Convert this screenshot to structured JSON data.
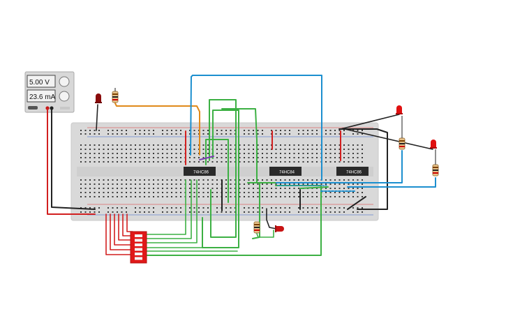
{
  "power_supply": {
    "voltage": "5.00 V",
    "current": "23.6 mA"
  },
  "chips": [
    {
      "label": "74HC86"
    },
    {
      "label": "74HC84"
    },
    {
      "label": "74HC86"
    }
  ],
  "colors": {
    "breadboard": "#d9d9d9",
    "hole": "#3a3a3a",
    "rail_red": "#e03030",
    "rail_blue": "#3060d0",
    "wire_red": "#d21f1f",
    "wire_black": "#222222",
    "wire_green": "#3cb043",
    "wire_blue": "#1c8fcf",
    "wire_orange": "#e08a1a",
    "wire_purple": "#7a3fb0",
    "chip": "#2a2a2a",
    "led_red": "#e01010",
    "led_dark": "#8a0b0b",
    "dip_switch": "#e01919"
  },
  "icons": [
    "power-knob-icon",
    "led-icon",
    "resistor-icon",
    "dip-switch-icon"
  ]
}
